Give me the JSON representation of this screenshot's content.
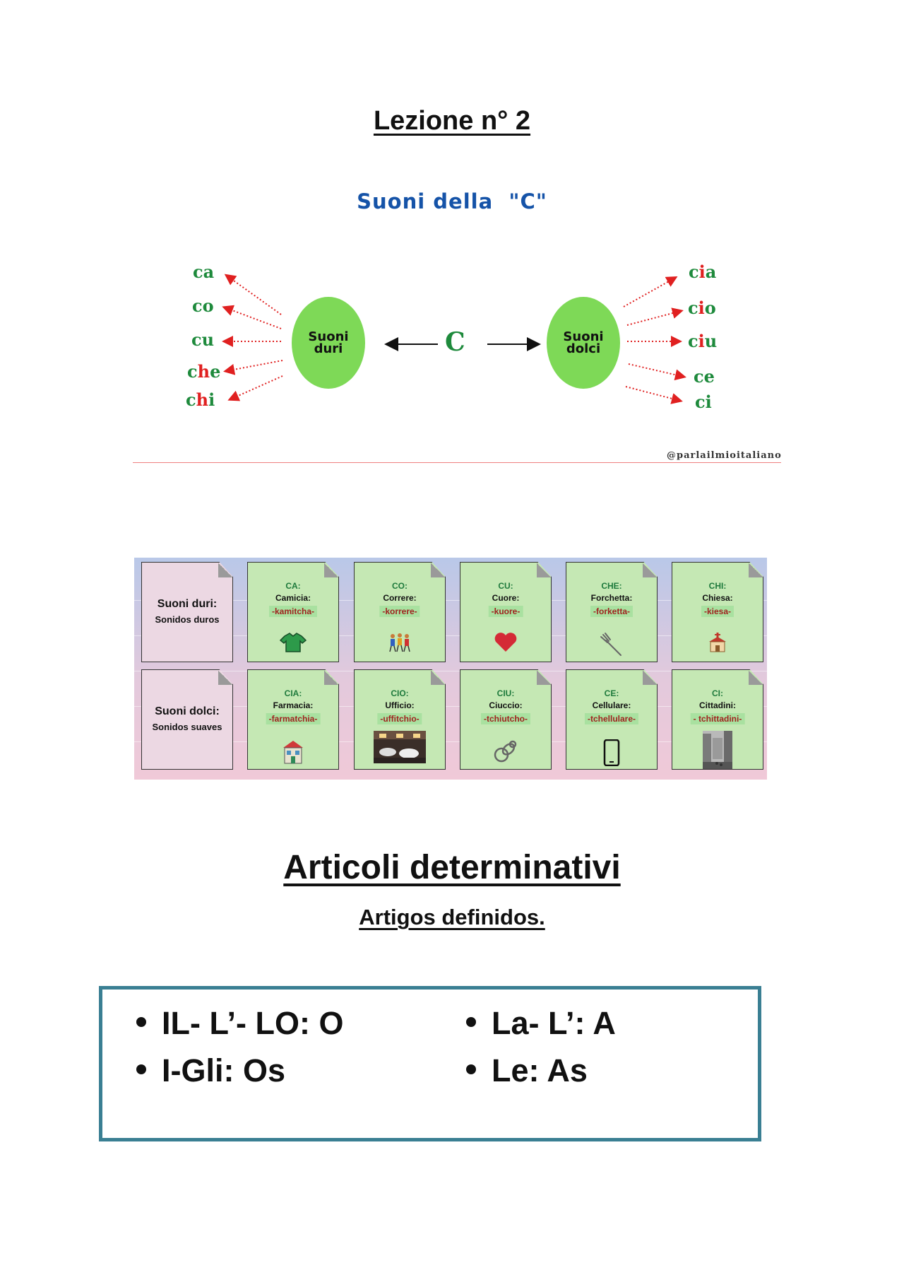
{
  "header": {
    "title": "Lezione n° 2",
    "subtitle": "Suoni della  \"C\""
  },
  "diagram": {
    "center_letter": "C",
    "hard_label_line1": "Suoni",
    "hard_label_line2": "duri",
    "soft_label_line1": "Suoni",
    "soft_label_line2": "dolci",
    "hard_syllables": [
      {
        "green": "ca",
        "red": ""
      },
      {
        "green": "co",
        "red": ""
      },
      {
        "green": "cu",
        "red": ""
      },
      {
        "green": "c",
        "red": "h",
        "tail": "e"
      },
      {
        "green": "c",
        "red": "h",
        "tail": "i"
      }
    ],
    "soft_syllables": [
      {
        "green": "c",
        "red": "i",
        "tail": "a"
      },
      {
        "green": "c",
        "red": "i",
        "tail": "o"
      },
      {
        "green": "c",
        "red": "i",
        "tail": "u"
      },
      {
        "green": "ce",
        "red": "",
        "tail": ""
      },
      {
        "green": "ci",
        "red": "",
        "tail": ""
      }
    ],
    "handle": "@parlailmioitaliano",
    "colors": {
      "green": "#1e8a3c",
      "red": "#e02020",
      "oval": "#7ed957"
    }
  },
  "cards": {
    "row_headers": [
      {
        "title": "Suoni duri:",
        "subtitle": "Sonidos duros"
      },
      {
        "title": "Suoni dolci:",
        "subtitle": "Sonidos suaves"
      }
    ],
    "hard": [
      {
        "syllable": "CA:",
        "word": "Camicia:",
        "pron": "-kamitcha-",
        "icon": "shirt-icon"
      },
      {
        "syllable": "CO:",
        "word": "Correre:",
        "pron": "-korrere-",
        "icon": "running-people-icon"
      },
      {
        "syllable": "CU:",
        "word": "Cuore:",
        "pron": "-kuore-",
        "icon": "heart-icon"
      },
      {
        "syllable": "CHE:",
        "word": "Forchetta:",
        "pron": "-forketta-",
        "icon": "fork-icon"
      },
      {
        "syllable": "CHI:",
        "word": "Chiesa:",
        "pron": "-kiesa-",
        "icon": "church-icon"
      }
    ],
    "soft": [
      {
        "syllable": "CIA:",
        "word": "Farmacia:",
        "pron": "-farmatchia-",
        "icon": "pharmacy-icon"
      },
      {
        "syllable": "CIO:",
        "word": "Ufficio:",
        "pron": "-uffitchio-",
        "icon": "office-photo"
      },
      {
        "syllable": "CIU:",
        "word": "Ciuccio:",
        "pron": "-tchiutcho-",
        "icon": "pacifier-icon"
      },
      {
        "syllable": "CE:",
        "word": "Cellulare:",
        "pron": "-tchellulare-",
        "icon": "phone-icon"
      },
      {
        "syllable": "CI:",
        "word": "Cittadini:",
        "pron": "- tchittadini-",
        "icon": "city-street-photo"
      }
    ]
  },
  "articles": {
    "title": "Articoli determinativi",
    "subtitle": "Artigos definidos.",
    "items": [
      "IL- L’- LO: O",
      "La- L’: A",
      "I-Gli: Os",
      "Le: As"
    ],
    "border_color": "#3a7f93"
  }
}
